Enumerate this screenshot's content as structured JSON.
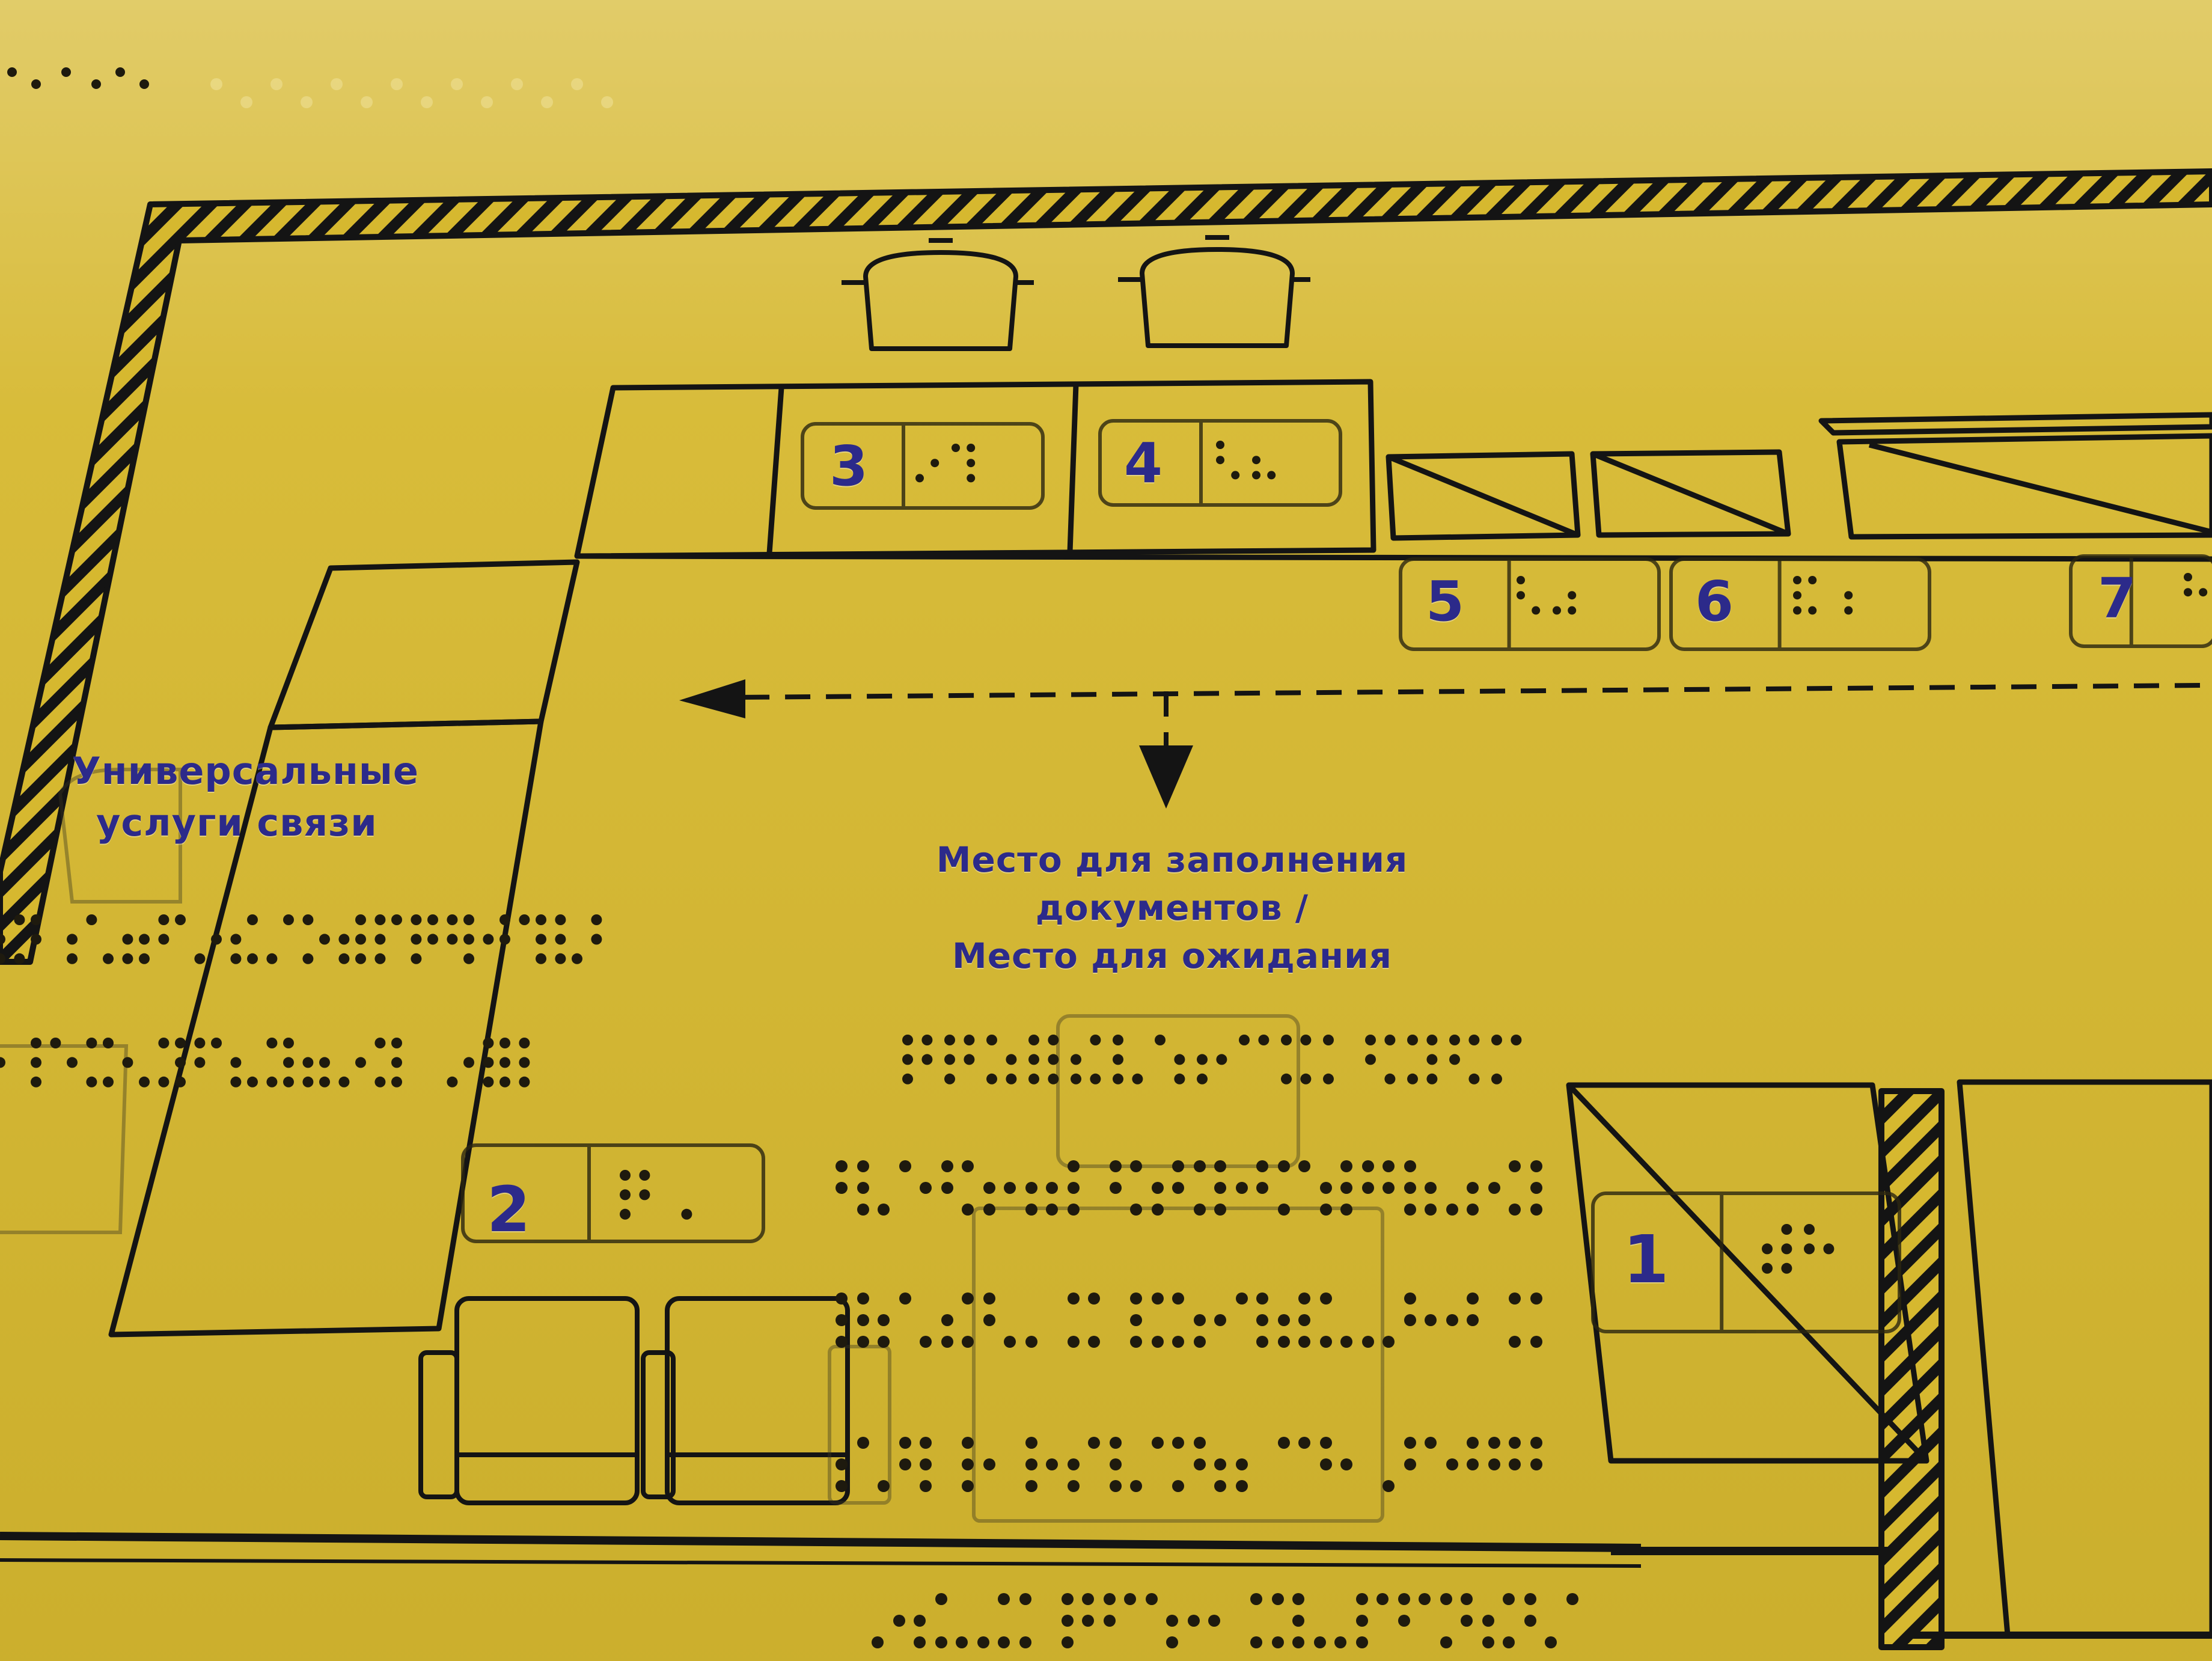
{
  "colors": {
    "board": "#d6b82f",
    "line": "#141414",
    "label": "#2c2a8a",
    "braille_dot": "#1e1a0e"
  },
  "labels": {
    "communication_services": [
      "Универсальные",
      "услуги связи"
    ],
    "document_area": [
      "Место для заполнения",
      "документов /",
      "Место для ожидания"
    ]
  },
  "windows": [
    {
      "number": "1"
    },
    {
      "number": "2"
    },
    {
      "number": "3"
    },
    {
      "number": "4"
    },
    {
      "number": "5"
    },
    {
      "number": "6"
    },
    {
      "number": "7"
    }
  ],
  "icons": [
    "pot-icon",
    "armchair-icon",
    "table-icon",
    "direction-arrow-icon",
    "hatched-wall"
  ]
}
